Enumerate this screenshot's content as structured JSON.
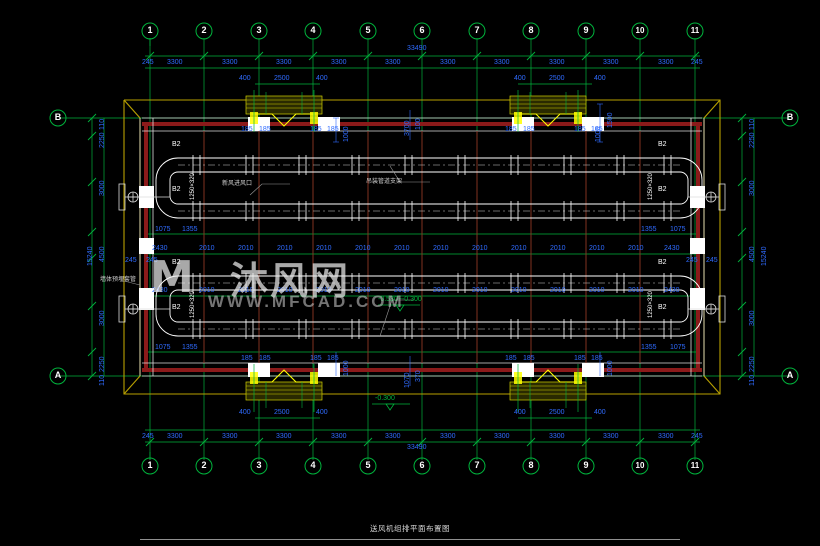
{
  "drawing": {
    "title": "送风机组排平面布置图",
    "background_color": "#000000",
    "colors": {
      "grid_green": "#00b33c",
      "dim_blue": "#2f6bff",
      "wall_red": "#8b1a1a",
      "outline_yellow": "#b8a000",
      "duct_white": "#ffffff",
      "stair_yellow": "#ffff00",
      "bubble_text": "#ffffff"
    }
  },
  "watermark": {
    "mark": "M",
    "text": "沐风网",
    "url": "WWW.MFCAD.COM"
  },
  "grid": {
    "horizontal_bubbles": [
      "1",
      "2",
      "3",
      "4",
      "5",
      "6",
      "7",
      "8",
      "9",
      "10",
      "11"
    ],
    "vertical_bubbles": [
      "B",
      "A"
    ],
    "overall_length": "33490",
    "overall_width": "15240"
  },
  "top_dimensions": {
    "main_chain": [
      "245",
      "3300",
      "3300",
      "3300",
      "3300",
      "3300",
      "3300",
      "3300",
      "3300",
      "3300",
      "3300",
      "245"
    ],
    "total": "33490",
    "sub_left": [
      "400",
      "2500",
      "400"
    ],
    "sub_right": [
      "400",
      "2500",
      "400"
    ]
  },
  "bottom_dimensions": {
    "main_chain": [
      "245",
      "3300",
      "3300",
      "3300",
      "3300",
      "3300",
      "3300",
      "3300",
      "3300",
      "3300",
      "3300",
      "245"
    ],
    "total": "33490",
    "sub_left": [
      "400",
      "2500",
      "400"
    ],
    "sub_right": [
      "400",
      "2500",
      "400"
    ]
  },
  "left_dimensions": {
    "chain": [
      "110",
      "2250",
      "3000",
      "4500",
      "3000",
      "2250",
      "110"
    ],
    "total": "15240"
  },
  "right_dimensions": {
    "chain": [
      "110",
      "2250",
      "3000",
      "4500",
      "3000",
      "2250",
      "110"
    ],
    "total": "15240"
  },
  "interior_dimensions": {
    "row_upper": [
      "2430",
      "2010",
      "2010",
      "2010",
      "2010",
      "2010",
      "2010",
      "2010",
      "2010",
      "2010",
      "2010",
      "2010",
      "2010",
      "2430"
    ],
    "row_lower": [
      "2430",
      "2010",
      "2010",
      "2010",
      "2010",
      "2010",
      "2010",
      "2010",
      "2010",
      "2010",
      "2010",
      "2010",
      "2010",
      "2430"
    ],
    "offsets_left": [
      "1075",
      "1355"
    ],
    "offsets_right": [
      "1355",
      "1075"
    ],
    "jamb": [
      "245",
      "245"
    ],
    "door_jambs": [
      "185",
      "185",
      "185",
      "185"
    ],
    "vert_small": [
      "1000",
      "1500",
      "1000"
    ],
    "vert_center": [
      "3700",
      "100"
    ],
    "vert_center_bottom": [
      "1070",
      "370"
    ]
  },
  "elevations": {
    "slab_range": "-0.530~-0.300",
    "floor": "-0.300"
  },
  "labels": {
    "duct_tag": "B2",
    "duct_tags_count": 8,
    "note_air_inlet": "新风进风口",
    "note_ceiling": "吊装管道支架",
    "note_left_margin": "墙体预埋套管",
    "duct_size": "1250×320"
  }
}
